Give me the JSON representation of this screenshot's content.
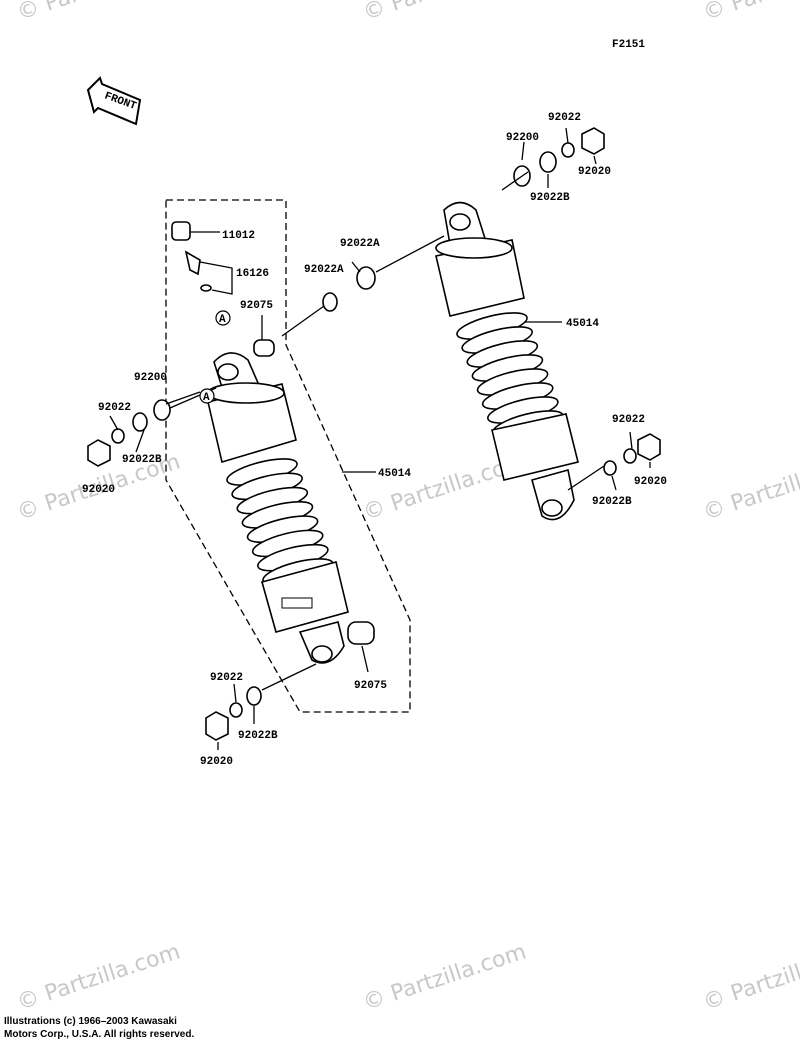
{
  "figure_code": "F2151",
  "front_label": "FRONT",
  "watermark": "© Partzilla.com",
  "copyright": {
    "line1": "Illustrations (c) 1966–2003 Kawasaki",
    "line2": "Motors Corp., U.S.A.  All rights reserved."
  },
  "callout_labels": [
    "11012",
    "16126",
    "92075",
    "92200",
    "92022",
    "92022B",
    "92020",
    "45014",
    "92022A",
    "92022A",
    "92200",
    "92022",
    "92020",
    "92022B",
    "45014",
    "92022",
    "92020",
    "92022B",
    "92075",
    "92022",
    "92020",
    "92022B"
  ],
  "marker_labels": [
    "A",
    "A"
  ]
}
